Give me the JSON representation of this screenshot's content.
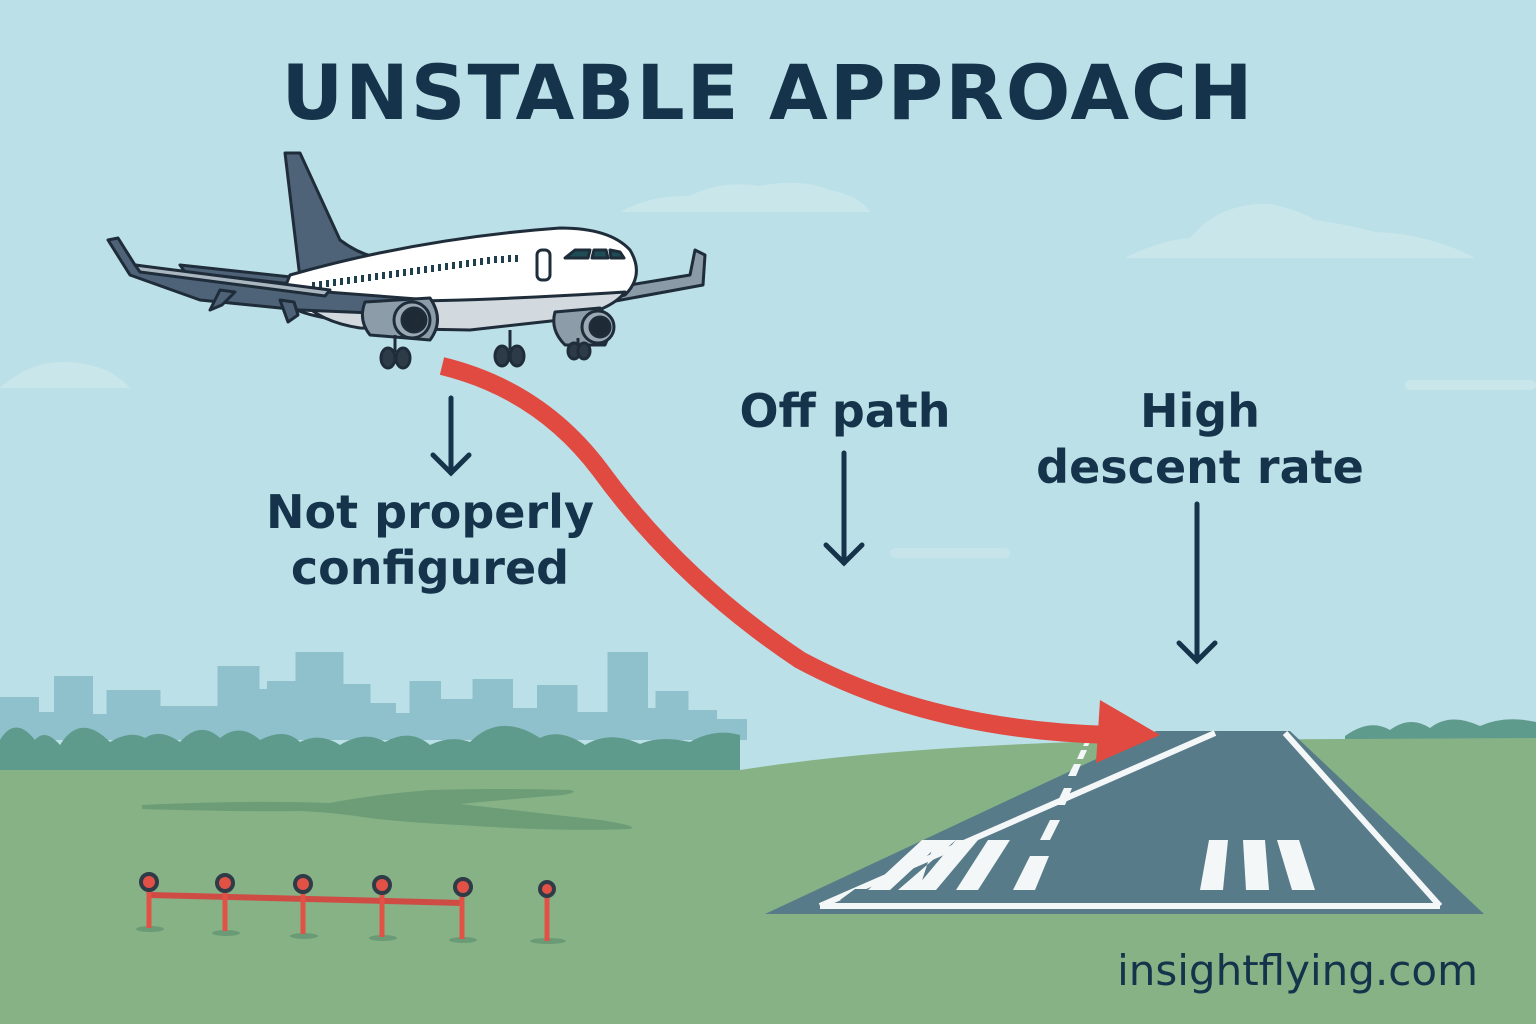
{
  "title": "UNSTABLE APPROACH",
  "labels": {
    "not_configured": "Not properly configured",
    "off_path": "Off path",
    "high_descent": "High descent rate"
  },
  "watermark": "insightflying.com",
  "colors": {
    "sky": "#bce0e7",
    "ground": "#86b286",
    "trees": "#5e9b8c",
    "city": "#8fc1cc",
    "runway": "#587b8a",
    "marking": "#f4f7f8",
    "flight_path": "#e04a41",
    "text": "#15334a",
    "fence": "#e25145"
  }
}
